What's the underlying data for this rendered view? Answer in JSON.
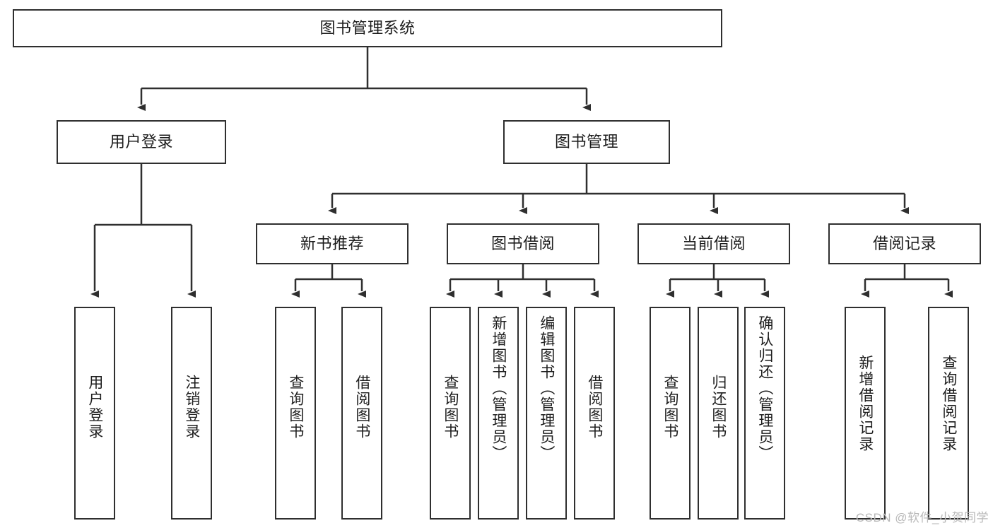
{
  "diagram": {
    "title": "图书管理系统",
    "type": "tree",
    "watermark": "CSDN @软件_小贺同学",
    "colors": {
      "box_border": "#2f2f2f",
      "box_fill": "#ffffff",
      "edge": "#2f2f2f",
      "text": "#1d1d1d",
      "watermark": "#b9b9b9",
      "background": "#ffffff"
    },
    "nodes": {
      "root": {
        "label": "图书管理系统"
      },
      "level1": [
        {
          "label": "用户登录"
        },
        {
          "label": "图书管理"
        }
      ],
      "level2": [
        {
          "label": "新书推荐"
        },
        {
          "label": "图书借阅"
        },
        {
          "label": "当前借阅"
        },
        {
          "label": "借阅记录"
        }
      ],
      "leaves": {
        "user_login": [
          {
            "label": "用户登录"
          },
          {
            "label": "注销登录"
          }
        ],
        "new_book": [
          {
            "label": "查询图书"
          },
          {
            "label": "借阅图书"
          }
        ],
        "book_borrow": [
          {
            "label": "查询图书"
          },
          {
            "label": "新增图书（管理员）"
          },
          {
            "label": "编辑图书（管理员）"
          },
          {
            "label": "借阅图书"
          }
        ],
        "current_borrow": [
          {
            "label": "查询图书"
          },
          {
            "label": "归还图书"
          },
          {
            "label": "确认归还（管理员）"
          }
        ],
        "borrow_record": [
          {
            "label": "新增借阅记录"
          },
          {
            "label": "查询借阅记录"
          }
        ]
      }
    },
    "edges": [
      {
        "from": "图书管理系统",
        "to": "用户登录"
      },
      {
        "from": "图书管理系统",
        "to": "图书管理"
      },
      {
        "from": "图书管理",
        "to": "新书推荐"
      },
      {
        "from": "图书管理",
        "to": "图书借阅"
      },
      {
        "from": "图书管理",
        "to": "当前借阅"
      },
      {
        "from": "图书管理",
        "to": "借阅记录"
      },
      {
        "from": "用户登录",
        "to": "用户登录"
      },
      {
        "from": "用户登录",
        "to": "注销登录"
      },
      {
        "from": "新书推荐",
        "to": "查询图书"
      },
      {
        "from": "新书推荐",
        "to": "借阅图书"
      },
      {
        "from": "图书借阅",
        "to": "查询图书"
      },
      {
        "from": "图书借阅",
        "to": "新增图书（管理员）"
      },
      {
        "from": "图书借阅",
        "to": "编辑图书（管理员）"
      },
      {
        "from": "图书借阅",
        "to": "借阅图书"
      },
      {
        "from": "当前借阅",
        "to": "查询图书"
      },
      {
        "from": "当前借阅",
        "to": "归还图书"
      },
      {
        "from": "当前借阅",
        "to": "确认归还（管理员）"
      },
      {
        "from": "借阅记录",
        "to": "新增借阅记录"
      },
      {
        "from": "借阅记录",
        "to": "查询借阅记录"
      }
    ]
  }
}
